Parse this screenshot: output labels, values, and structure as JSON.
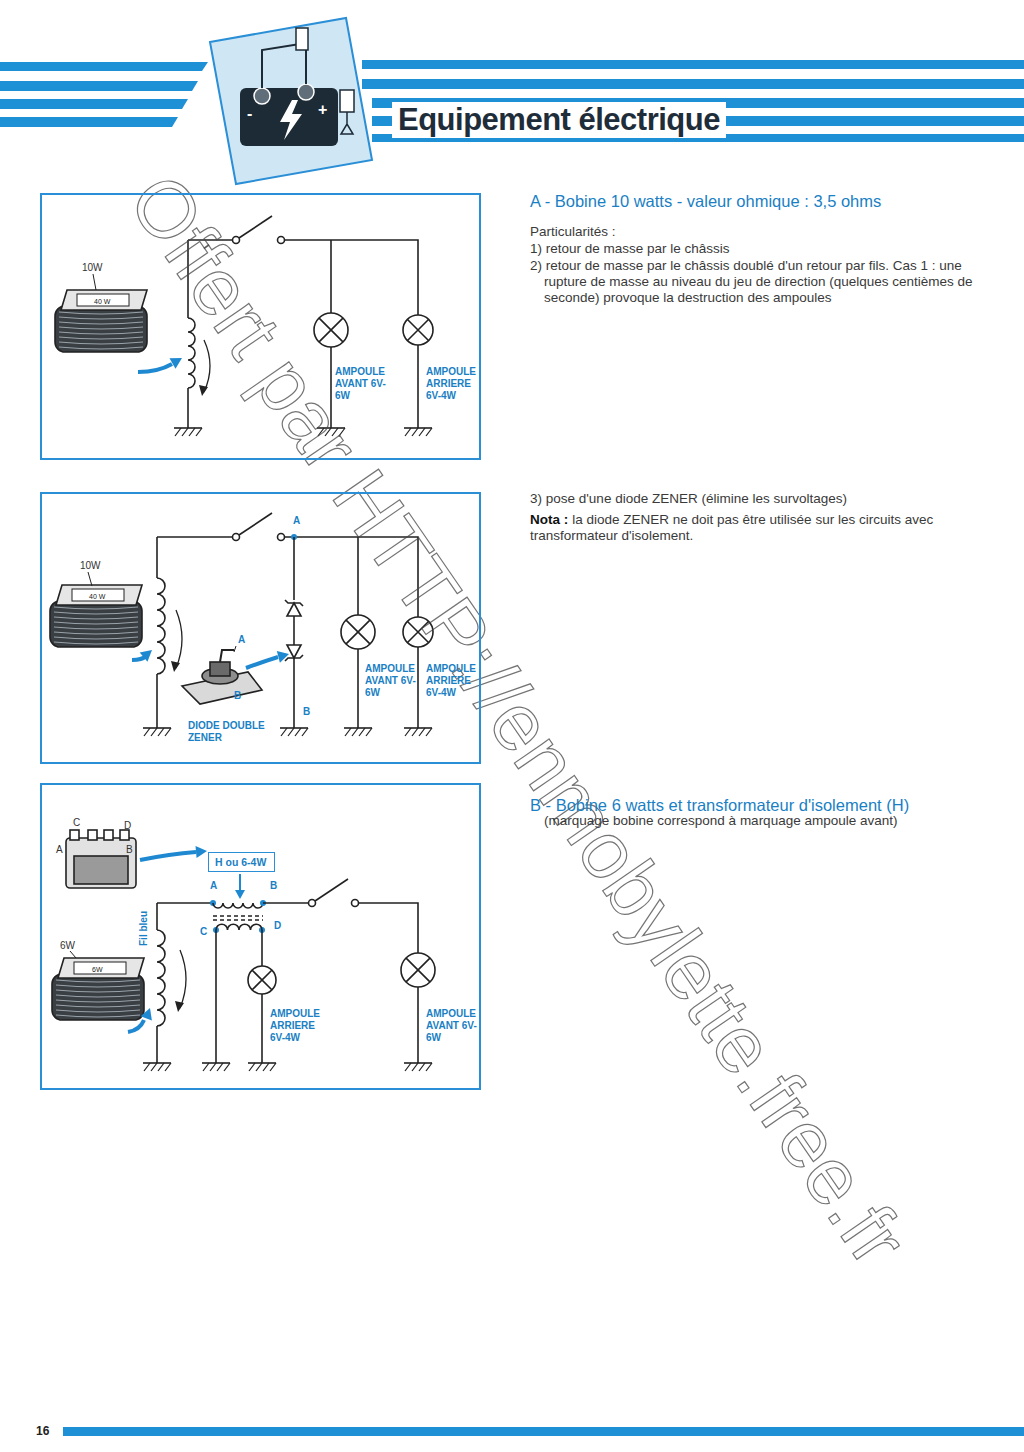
{
  "diagram": {
    "title": "Equipement électrique",
    "nodes": [
      {
        "text": [
          "10W",
          "40 W",
          "AMPOULE AVANT 6V-6W",
          "AMPOULE ARRIERE 6V-4W"
        ]
      },
      {
        "text": [
          "A",
          "10W",
          "40 W",
          "A",
          "B",
          "B",
          "DIODE DOUBLE ZENER",
          "AMPOULE AVANT 6V-6W",
          "AMPOULE ARRIERE 6V-4W"
        ]
      },
      {
        "text": [
          "C",
          "D",
          "A",
          "B",
          "Fil bleu",
          "6W",
          "6W",
          "A",
          "B",
          "C",
          "D",
          "AMPOULE ARRIERE 6V-4W",
          "AMPOULE AVANT 6V-6W"
        ]
      },
      {
        "text": [
          "H ou 6-4W"
        ],
        "in": 2
      }
    ],
    "labels": [
      "-",
      "+",
      "A - Bobine 10 watts - valeur ohmique : 3,5 ohms",
      "Particularités :",
      "1) retour de masse par le châssis",
      "2) retour de masse par le châssis doublé d'un retour par fils. Cas 1 : une rupture de masse au niveau du jeu de direction (quelques centièmes de seconde) provoque la destruction des ampoules",
      "3) pose d'une diode ZENER (élimine les survoltages)",
      "Nota :",
      "la diode ZENER ne doit pas être utilisée sur les circuits avec transformateur d'isolement.",
      "B - Bobine 6 watts et transformateur d'isolement (H)",
      "(marquage bobine correspond à marquage ampoule avant)",
      "Offert par HTTP://enmobylette.free.fr",
      "16"
    ]
  }
}
